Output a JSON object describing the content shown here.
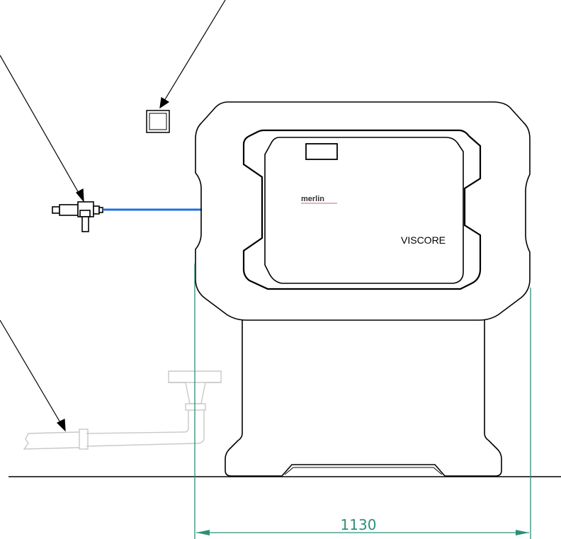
{
  "unit": {
    "brand": "merlin",
    "model": "VISCORE"
  },
  "dimension": {
    "width_label": "1130"
  },
  "colors": {
    "line": "#000000",
    "water_line": "#1f6fe0",
    "dimension_line": "#2e8f78",
    "drain_ghost": "#c8c8c8",
    "brand_underline": "#b23a3a"
  },
  "icons": {
    "valve": "tap-valve-icon",
    "socket": "electrical-socket-icon",
    "drain": "drain-funnel-icon"
  }
}
